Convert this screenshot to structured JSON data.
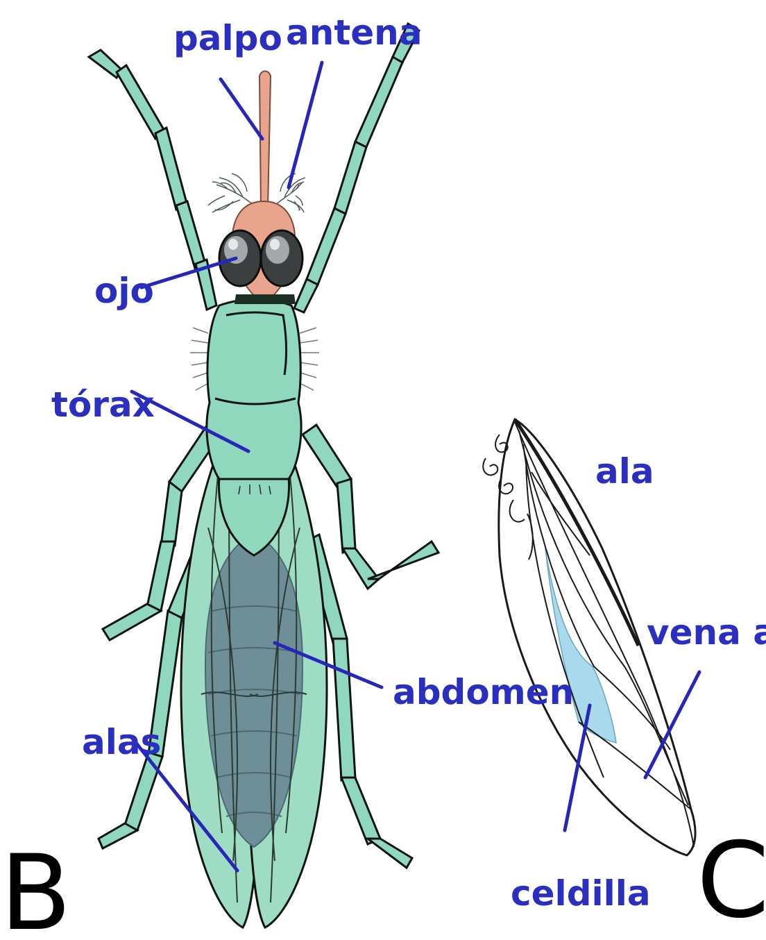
{
  "labels": {
    "palpo": "palpo",
    "antena": "antena",
    "ojo": "ojo",
    "torax": "tórax",
    "abdomen": "abdomen",
    "alas": "alas",
    "ala": "ala",
    "vena_alar": "vena alar",
    "celdilla": "celdilla"
  },
  "panels": {
    "left": "B",
    "right": "C"
  },
  "colors": {
    "label_text": "#2b2fc0",
    "leader_line": "#2626b8",
    "body_green": "#8fd8bd",
    "abdomen_gray": "#6f8f98",
    "palp_pink": "#e8a48c",
    "cell_blue": "#a8d9ec",
    "outline": "#0e1412"
  },
  "icons": {
    "fly_body": "mosquito-dorsal-illustration",
    "wing": "wing-illustration"
  }
}
